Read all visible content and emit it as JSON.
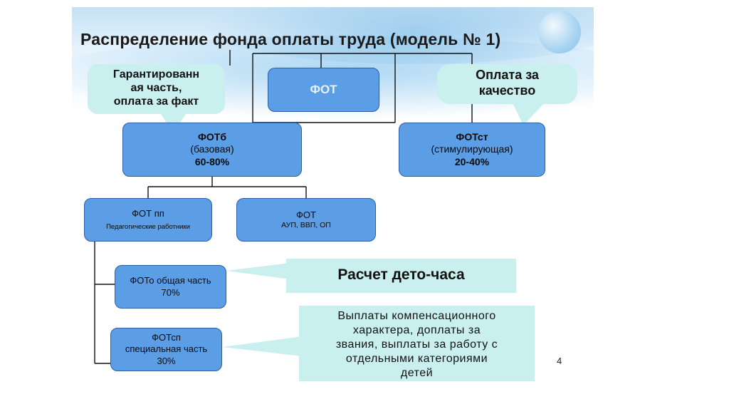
{
  "title": "Распределение фонда оплаты труда (модель № 1)",
  "fot": {
    "label": "ФОТ"
  },
  "callout_left": {
    "line1": "Гарантированн",
    "line2": "ая часть,",
    "line3": "оплата за факт"
  },
  "callout_right": {
    "line1": "Оплата за",
    "line2": "качество"
  },
  "fotb": {
    "label": "ФОТб",
    "sub": "(базовая)",
    "pct": "60-80%"
  },
  "fotst": {
    "label": "ФОТст",
    "sub": "(стимулирующая)",
    "pct": "20-40%"
  },
  "fotpp": {
    "label": "ФОТ пп",
    "sub": "Педагогические работники"
  },
  "fotaup": {
    "label": "ФОТ",
    "sub": "АУП, ВВП, ОП"
  },
  "fot_o": {
    "label": "ФОТо общая часть",
    "pct": "70%"
  },
  "fot_sp": {
    "label": "ФОТсп",
    "sub": "специальная часть",
    "pct": "30%"
  },
  "calc_box": {
    "text": "Расчет дето-часа"
  },
  "payments_box": {
    "line1": "Выплаты компенсационного",
    "line2": "характера, доплаты за",
    "line3": "звания, выплаты за работу с",
    "line4": "отдельными категориями",
    "line5": "детей"
  },
  "page_number": "4",
  "colors": {
    "box": "#5b9ee6",
    "box_border": "#2a5fa8",
    "callout": "#c9f0ee"
  }
}
